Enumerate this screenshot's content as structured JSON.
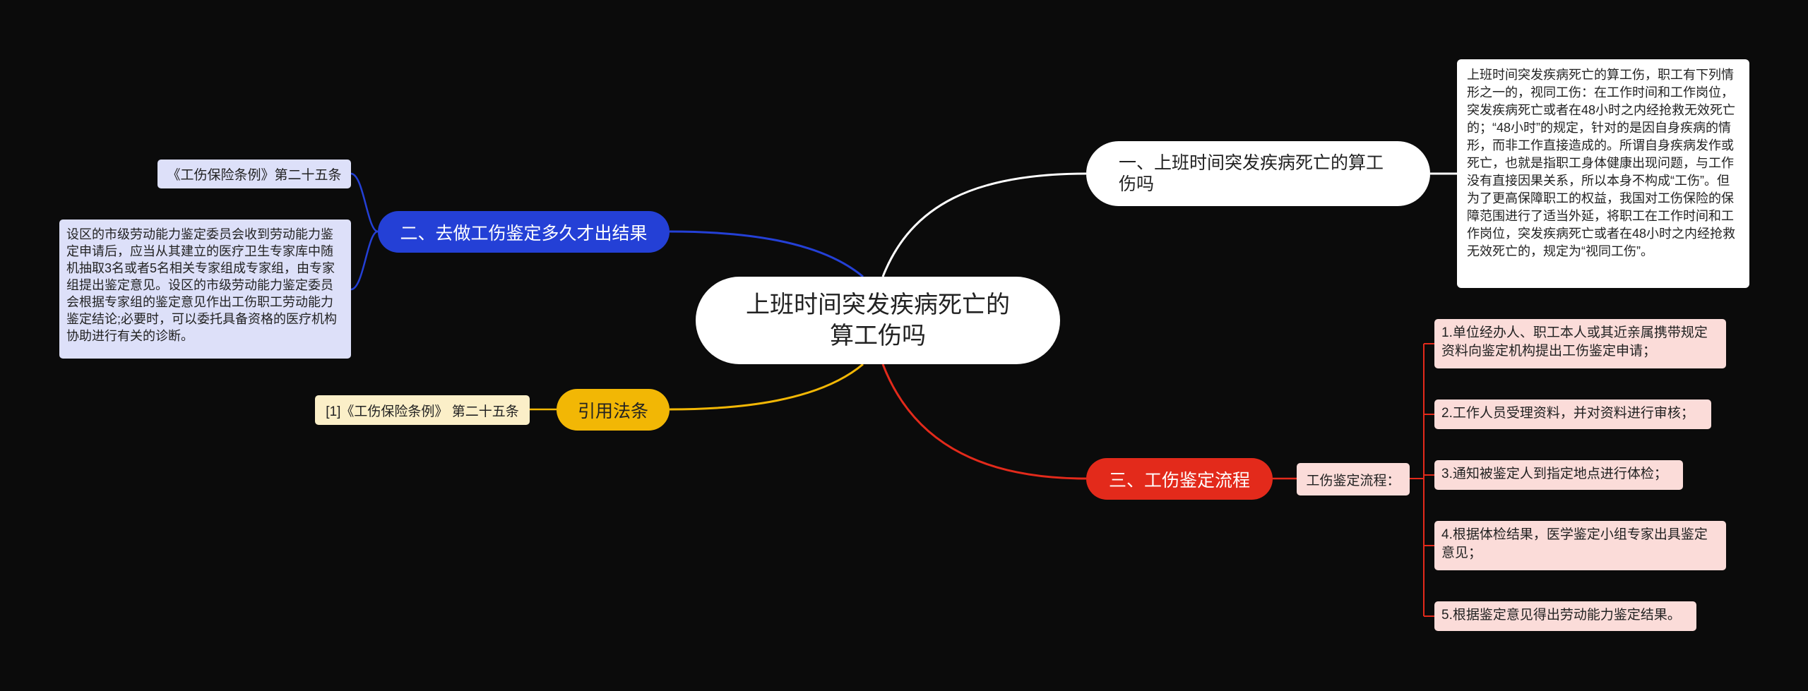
{
  "root": {
    "title": "上班时间突发疾病死亡的算工伤吗"
  },
  "branch1": {
    "label": "一、上班时间突发疾病死亡的算工伤吗",
    "note": "上班时间突发疾病死亡的算工伤，职工有下列情形之一的，视同工伤：在工作时间和工作岗位，突发疾病死亡或者在48小时之内经抢救无效死亡的；“48小时”的规定，针对的是因自身疾病的情形，而非工作直接造成的。所谓自身疾病发作或死亡，也就是指职工身体健康出现问题，与工作没有直接因果关系，所以本身不构成“工伤”。但为了更高保障职工的权益，我国对工伤保险的保障范围进行了适当外延，将职工在工作时间和工作岗位，突发疾病死亡或者在48小时之内经抢救无效死亡的，规定为“视同工伤”。"
  },
  "branch2": {
    "label": "二、去做工伤鉴定多久才出结果",
    "ref": "《工伤保险条例》第二十五条",
    "note": "设区的市级劳动能力鉴定委员会收到劳动能力鉴定申请后，应当从其建立的医疗卫生专家库中随机抽取3名或者5名相关专家组成专家组，由专家组提出鉴定意见。设区的市级劳动能力鉴定委员会根据专家组的鉴定意见作出工伤职工劳动能力鉴定结论;必要时，可以委托具备资格的医疗机构协助进行有关的诊断。"
  },
  "branch3": {
    "label": "三、工伤鉴定流程",
    "sub": "工伤鉴定流程：",
    "steps": [
      "1.单位经办人、职工本人或其近亲属携带规定资料向鉴定机构提出工伤鉴定申请；",
      "2.工作人员受理资料，并对资料进行审核；",
      "3.通知被鉴定人到指定地点进行体检；",
      "4.根据体检结果，医学鉴定小组专家出具鉴定意见；",
      "5.根据鉴定意见得出劳动能力鉴定结果。"
    ]
  },
  "branch4": {
    "label": "引用法条",
    "ref": "[1]《工伤保险条例》 第二十五条"
  },
  "colors": {
    "background": "#0b0b0b",
    "branch1": "#ffffff",
    "branch2": "#2440d6",
    "branch3": "#e32a1b",
    "branch4": "#f2b705"
  }
}
